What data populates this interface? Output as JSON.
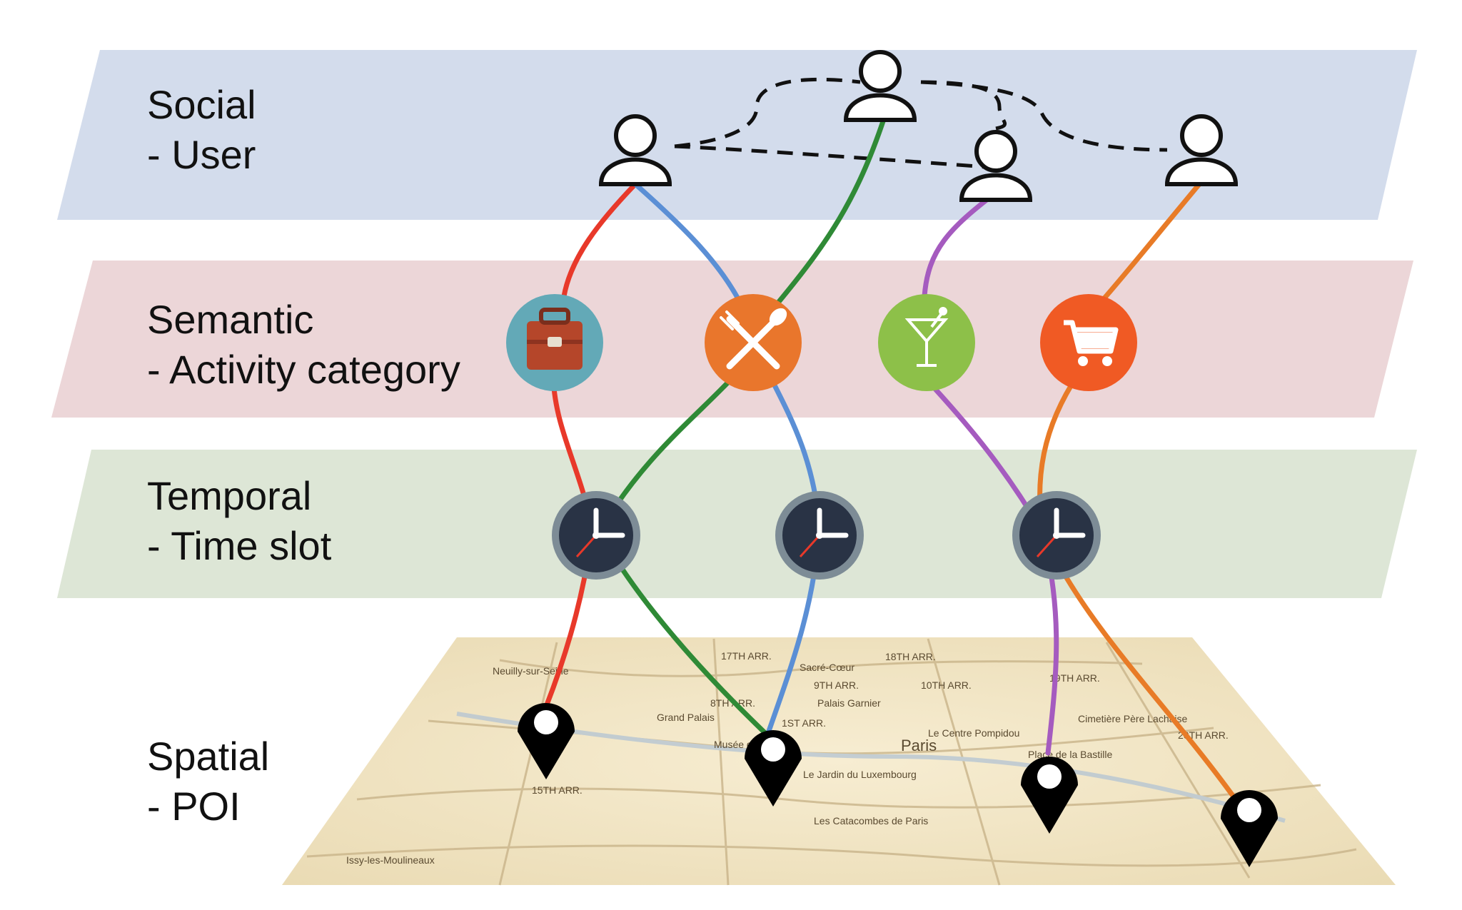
{
  "layers": [
    {
      "id": "social",
      "title": "Social",
      "subtitle": "- User",
      "color": "#d3dcec"
    },
    {
      "id": "semantic",
      "title": "Semantic",
      "subtitle": "- Activity category",
      "color": "#ecd6d8"
    },
    {
      "id": "temporal",
      "title": "Temporal",
      "subtitle": "- Time slot",
      "color": "#dde6d6"
    },
    {
      "id": "spatial",
      "title": "Spatial",
      "subtitle": "- POI"
    }
  ],
  "activity_icons": [
    {
      "name": "briefcase-icon",
      "color": "#63a9b7"
    },
    {
      "name": "fork-spoon-icon",
      "color": "#e9762c"
    },
    {
      "name": "cocktail-icon",
      "color": "#8dc049"
    },
    {
      "name": "shopping-cart-icon",
      "color": "#f05a24"
    }
  ],
  "clock_icons": [
    "clock-icon",
    "clock-icon",
    "clock-icon"
  ],
  "poi_icons": [
    "map-pin-icon",
    "map-pin-icon",
    "map-pin-icon",
    "map-pin-icon"
  ],
  "path_colors": {
    "red": "#e8392a",
    "blue": "#5b8fd5",
    "green": "#2f8a36",
    "purple": "#a55bbf",
    "orange": "#e87b27"
  },
  "map": {
    "labels": [
      "Neuilly-sur-Seine",
      "17TH ARR.",
      "Sacré-Cœur",
      "18TH ARR.",
      "9TH ARR.",
      "10TH ARR.",
      "19TH ARR.",
      "8TH ARR.",
      "Palais Garnier",
      "Grand Palais",
      "1ST ARR.",
      "Le Centre Pompidou",
      "Paris",
      "Cimetière Père Lachaise",
      "20TH ARR.",
      "Musée du Louvre",
      "Le Jardin du Luxembourg",
      "Place de la Bastille",
      "15TH ARR.",
      "Les Catacombes de Paris",
      "Issy-les-Moulineaux"
    ]
  }
}
